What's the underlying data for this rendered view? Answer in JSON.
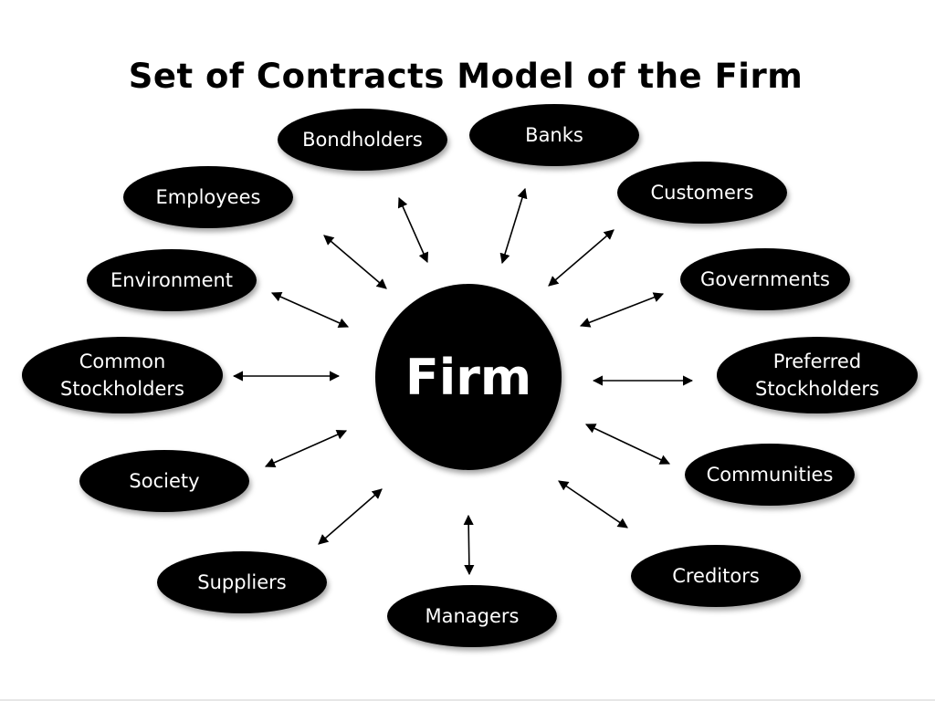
{
  "title": "Set of Contracts Model of the Firm",
  "center": {
    "label": "Firm"
  },
  "stakeholders": [
    {
      "id": "bondholders",
      "lines": [
        "Bondholders"
      ]
    },
    {
      "id": "banks",
      "lines": [
        "Banks"
      ]
    },
    {
      "id": "employees",
      "lines": [
        "Employees"
      ]
    },
    {
      "id": "customers",
      "lines": [
        "Customers"
      ]
    },
    {
      "id": "environment",
      "lines": [
        "Environment"
      ]
    },
    {
      "id": "governments",
      "lines": [
        "Governments"
      ]
    },
    {
      "id": "common-stockholders",
      "lines": [
        "Common",
        "Stockholders"
      ]
    },
    {
      "id": "preferred-stockholders",
      "lines": [
        "Preferred",
        "Stockholders"
      ]
    },
    {
      "id": "society",
      "lines": [
        "Society"
      ]
    },
    {
      "id": "communities",
      "lines": [
        "Communities"
      ]
    },
    {
      "id": "suppliers",
      "lines": [
        "Suppliers"
      ]
    },
    {
      "id": "creditors",
      "lines": [
        "Creditors"
      ]
    },
    {
      "id": "managers",
      "lines": [
        "Managers"
      ]
    }
  ],
  "colors": {
    "node_fill": "#000000",
    "node_text": "#ffffff",
    "arrow": "#000000",
    "background": "#ffffff"
  }
}
